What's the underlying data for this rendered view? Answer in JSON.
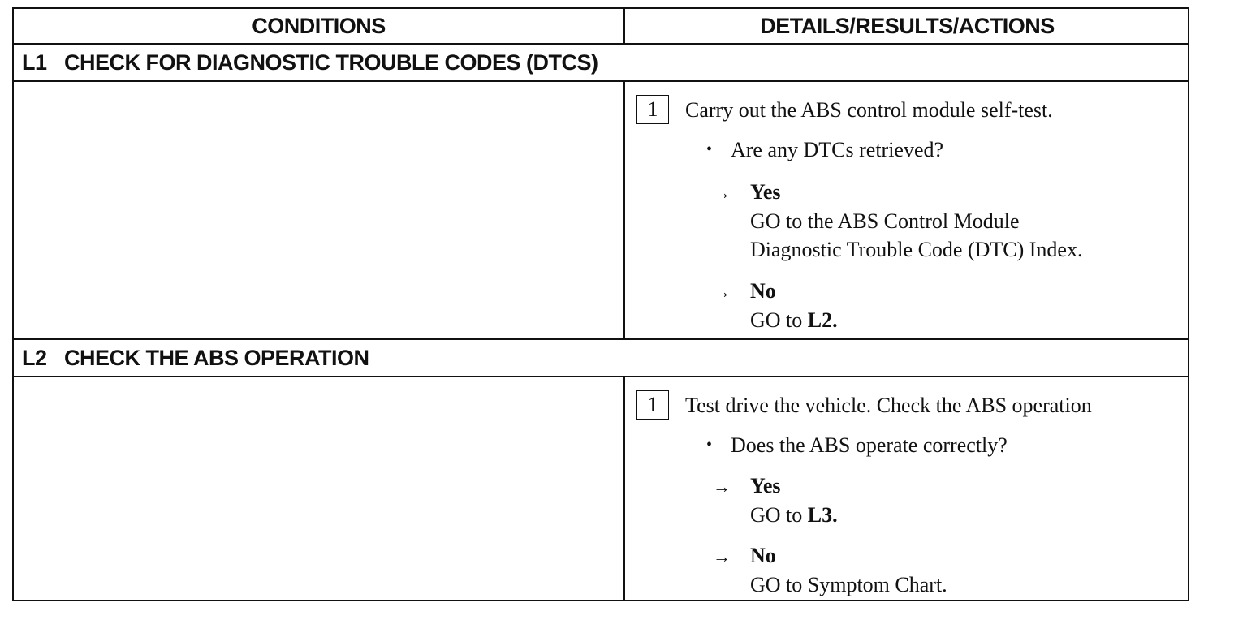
{
  "header": {
    "conditions": "CONDITIONS",
    "details": "DETAILS/RESULTS/ACTIONS"
  },
  "steps": [
    {
      "id": "L1",
      "title": "CHECK FOR DIAGNOSTIC TROUBLE CODES (DTCS)",
      "action_number": "1",
      "action_text": "Carry out the ABS control module self-test.",
      "question": "Are any DTCs retrieved?",
      "yes_label": "Yes",
      "yes_text_1": "GO to the ABS Control Module",
      "yes_text_2": "Diagnostic Trouble Code (DTC) Index.",
      "no_label": "No",
      "no_text_prefix": "GO to ",
      "no_text_ref": "L2."
    },
    {
      "id": "L2",
      "title": "CHECK THE ABS OPERATION",
      "action_number": "1",
      "action_text": "Test drive the vehicle. Check the ABS operation",
      "question": "Does the ABS operate correctly?",
      "yes_label": "Yes",
      "yes_text_prefix": "GO to ",
      "yes_text_ref": "L3.",
      "no_label": "No",
      "no_text": "GO to Symptom Chart."
    }
  ],
  "glyphs": {
    "bullet": "•",
    "arrow": "→"
  }
}
